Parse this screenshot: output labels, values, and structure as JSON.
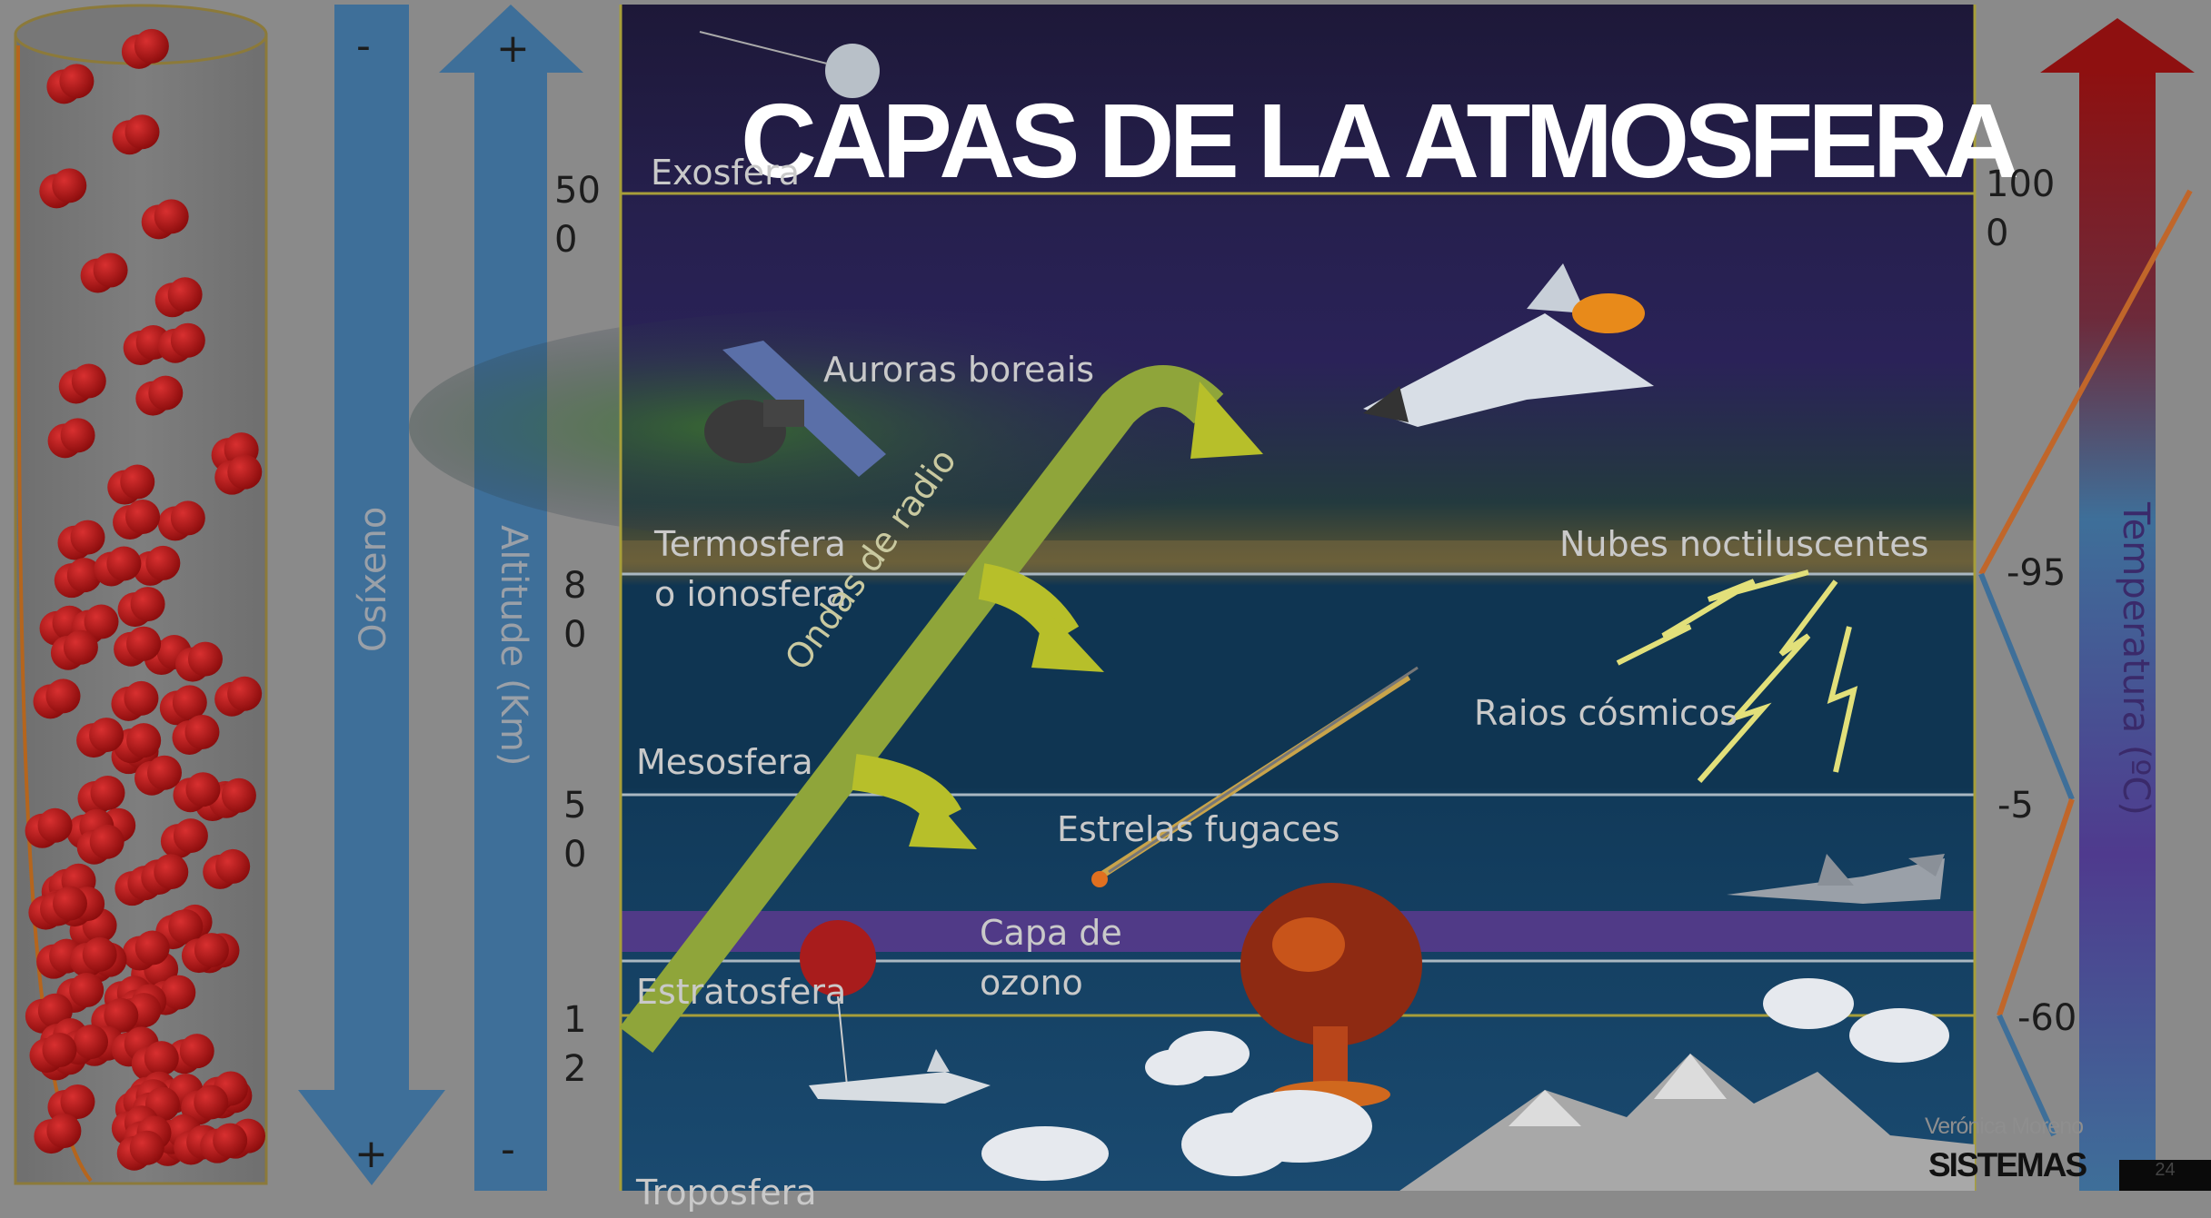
{
  "slide": {
    "title": "CAPAS DE LA  ATMOSFERA",
    "author": "Verónica Moreno",
    "brand": "SISTEMAS",
    "page_number": "24"
  },
  "oxygen_arrow": {
    "label": "Osíxeno",
    "top_sign": "-",
    "bottom_sign": "+"
  },
  "altitude_arrow": {
    "label": "Altitude (Km)",
    "top_sign": "+",
    "bottom_sign": "-",
    "ticks": [
      {
        "line1": "50",
        "line2": "0"
      },
      {
        "line1": "8",
        "line2": "0"
      },
      {
        "line1": "5",
        "line2": "0"
      },
      {
        "line1": "1",
        "line2": "2"
      }
    ]
  },
  "temperature_arrow": {
    "label": "Temperatura (ºC)",
    "ticks": [
      {
        "line1": "100",
        "line2": "0"
      },
      {
        "line1": "-95",
        "line2": ""
      },
      {
        "line1": "-5",
        "line2": ""
      },
      {
        "line1": "-60",
        "line2": ""
      }
    ]
  },
  "layers": {
    "exosphere": "Exosfera",
    "thermosphere_line1": "Termosfera",
    "thermosphere_line2": "o ionosfera",
    "mesosphere": "Mesosfera",
    "ozone_line1": "Capa de",
    "ozone_line2": "ozono",
    "stratosphere": "Estratosfera",
    "troposphere": "Troposfera"
  },
  "phenomena": {
    "auroras": "Auroras boreais",
    "noctilucent": "Nubes noctiluscentes",
    "cosmic_rays": "Raios cósmicos",
    "shooting_stars": "Estrelas fugaces",
    "radio_waves": "Ondas de radio"
  },
  "colors": {
    "background": "#8a8a8a",
    "exosphere": "#1d1838",
    "thermosphere": "#2a1f55",
    "mesosphere": "#0f3552",
    "stratosphere": "#103b5c",
    "ozone": "#5a3a8e",
    "troposphere": "#14456a",
    "arrow_blue": "#3e6f99",
    "radio_arrow": "#8fa53a",
    "temp_red": "#8e1010",
    "temp_line": "#c0662a",
    "molecule": "#b01515"
  }
}
